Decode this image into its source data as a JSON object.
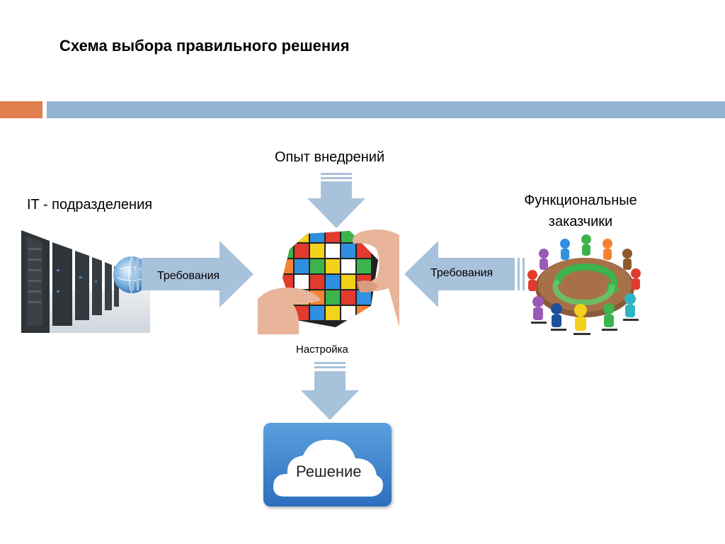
{
  "slide": {
    "title": "Схема выбора правильного решения"
  },
  "diagram": {
    "top_label": "Опыт внедрений",
    "left_label": "IT - подразделения",
    "right_label": "Функциональные заказчики",
    "left_arrow_label": "Требования",
    "right_arrow_label": "Требования",
    "bottom_arrow_label": "Настройка",
    "result_label": "Решение"
  },
  "colors": {
    "accent_orange": "#e07f4e",
    "accent_blue_bar": "#94b4d2",
    "arrow_fill": "#a9c2db",
    "solution_box": "#3f86d0"
  },
  "icons": {
    "left_image": "server-racks-icon",
    "center_image": "puzzle-cube-hands-icon",
    "right_image": "round-table-meeting-icon",
    "result_image": "cloud-icon"
  }
}
